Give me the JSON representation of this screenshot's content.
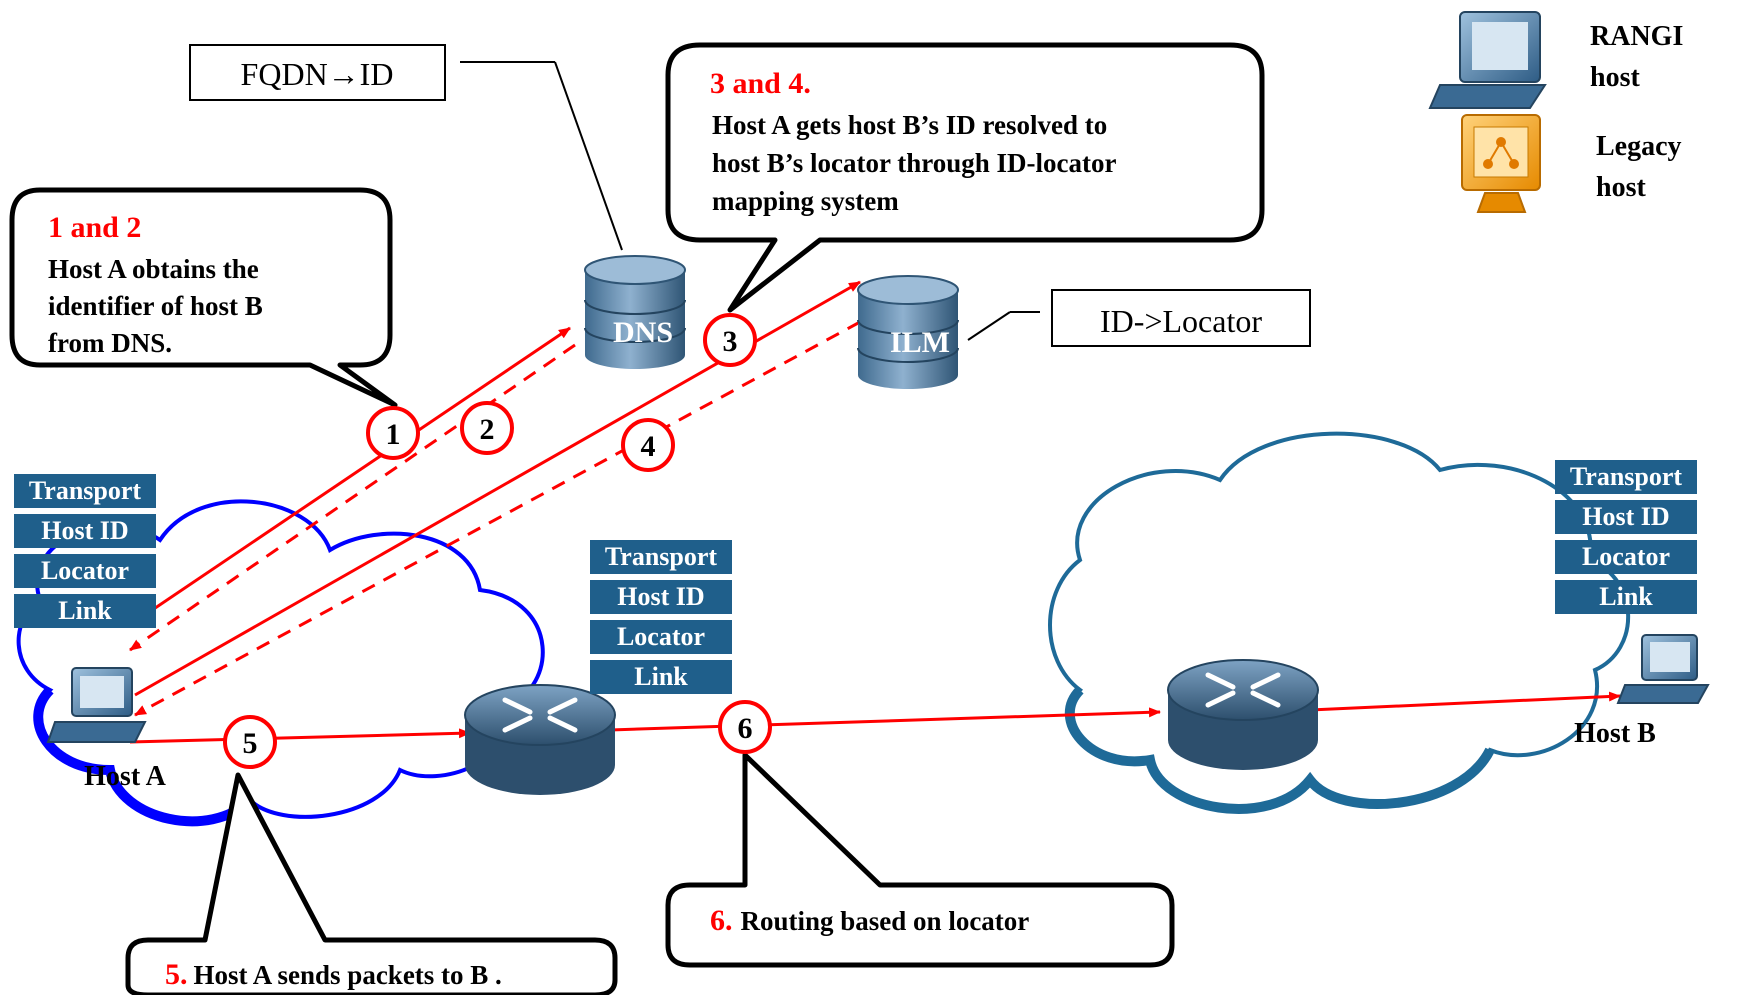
{
  "colors": {
    "accent_red": "#ff0000",
    "stack_blue": "#1f5f8b",
    "cloud_left": "#0000ff",
    "cloud_right": "#1e6a98",
    "db_blue": "#5f86a8"
  },
  "callouts": {
    "step12": {
      "title": "1 and 2",
      "body": [
        "Host A obtains the",
        "identifier of host B",
        "from DNS."
      ]
    },
    "step34": {
      "title": "3 and 4.",
      "body": [
        "Host A gets host B’s ID resolved to",
        "host B’s locator through ID-locator",
        "mapping system"
      ]
    },
    "step5": {
      "num": "5.",
      "text": "Host A  sends packets to B ."
    },
    "step6": {
      "num": "6.",
      "text": "Routing based on locator"
    }
  },
  "labels": {
    "fqdn_box": "FQDN→ID",
    "id_loc_box": "ID->Locator",
    "dns": "DNS",
    "ilm": "ILM",
    "host_a": "Host A",
    "host_b": "Host B"
  },
  "legend": {
    "rangi": [
      "RANGI",
      "host"
    ],
    "legacy": [
      "Legacy",
      "host"
    ]
  },
  "stack_layers": [
    "Transport",
    "Host ID",
    "Locator",
    "Link"
  ],
  "steps": [
    "1",
    "2",
    "3",
    "4",
    "5",
    "6"
  ],
  "icons": [
    "rangi-host-icon",
    "legacy-host-icon",
    "router-icon",
    "database-icon"
  ]
}
